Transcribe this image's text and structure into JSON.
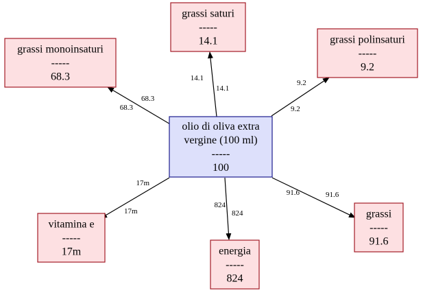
{
  "center": {
    "lines": [
      "olio di oliva extra",
      "vergine (100 ml)",
      "-----",
      "100"
    ],
    "fill": "#dde0fb",
    "stroke": "#1c1c8e"
  },
  "leaf_style": {
    "fill": "#fde0e2",
    "stroke": "#a31b27"
  },
  "nodes": [
    {
      "id": "saturi",
      "lines": [
        "grassi saturi",
        "-----",
        "14.1"
      ],
      "edge_labels": [
        "14.1",
        "14.1"
      ]
    },
    {
      "id": "monoinsaturi",
      "lines": [
        "grassi monoinsaturi",
        "-----",
        "68.3"
      ],
      "edge_labels": [
        "68.3",
        "68.3"
      ]
    },
    {
      "id": "polinsaturi",
      "lines": [
        "grassi polinsaturi",
        "-----",
        "9.2"
      ],
      "edge_labels": [
        "9.2",
        "9.2"
      ]
    },
    {
      "id": "vitamina",
      "lines": [
        "vitamina e",
        "-----",
        "17m"
      ],
      "edge_labels": [
        "17m",
        "17m"
      ]
    },
    {
      "id": "energia",
      "lines": [
        "energia",
        "-----",
        "824"
      ],
      "edge_labels": [
        "824",
        "824"
      ]
    },
    {
      "id": "grassi",
      "lines": [
        "grassi",
        "-----",
        "91.6"
      ],
      "edge_labels": [
        "91.6",
        "91.6"
      ]
    }
  ]
}
